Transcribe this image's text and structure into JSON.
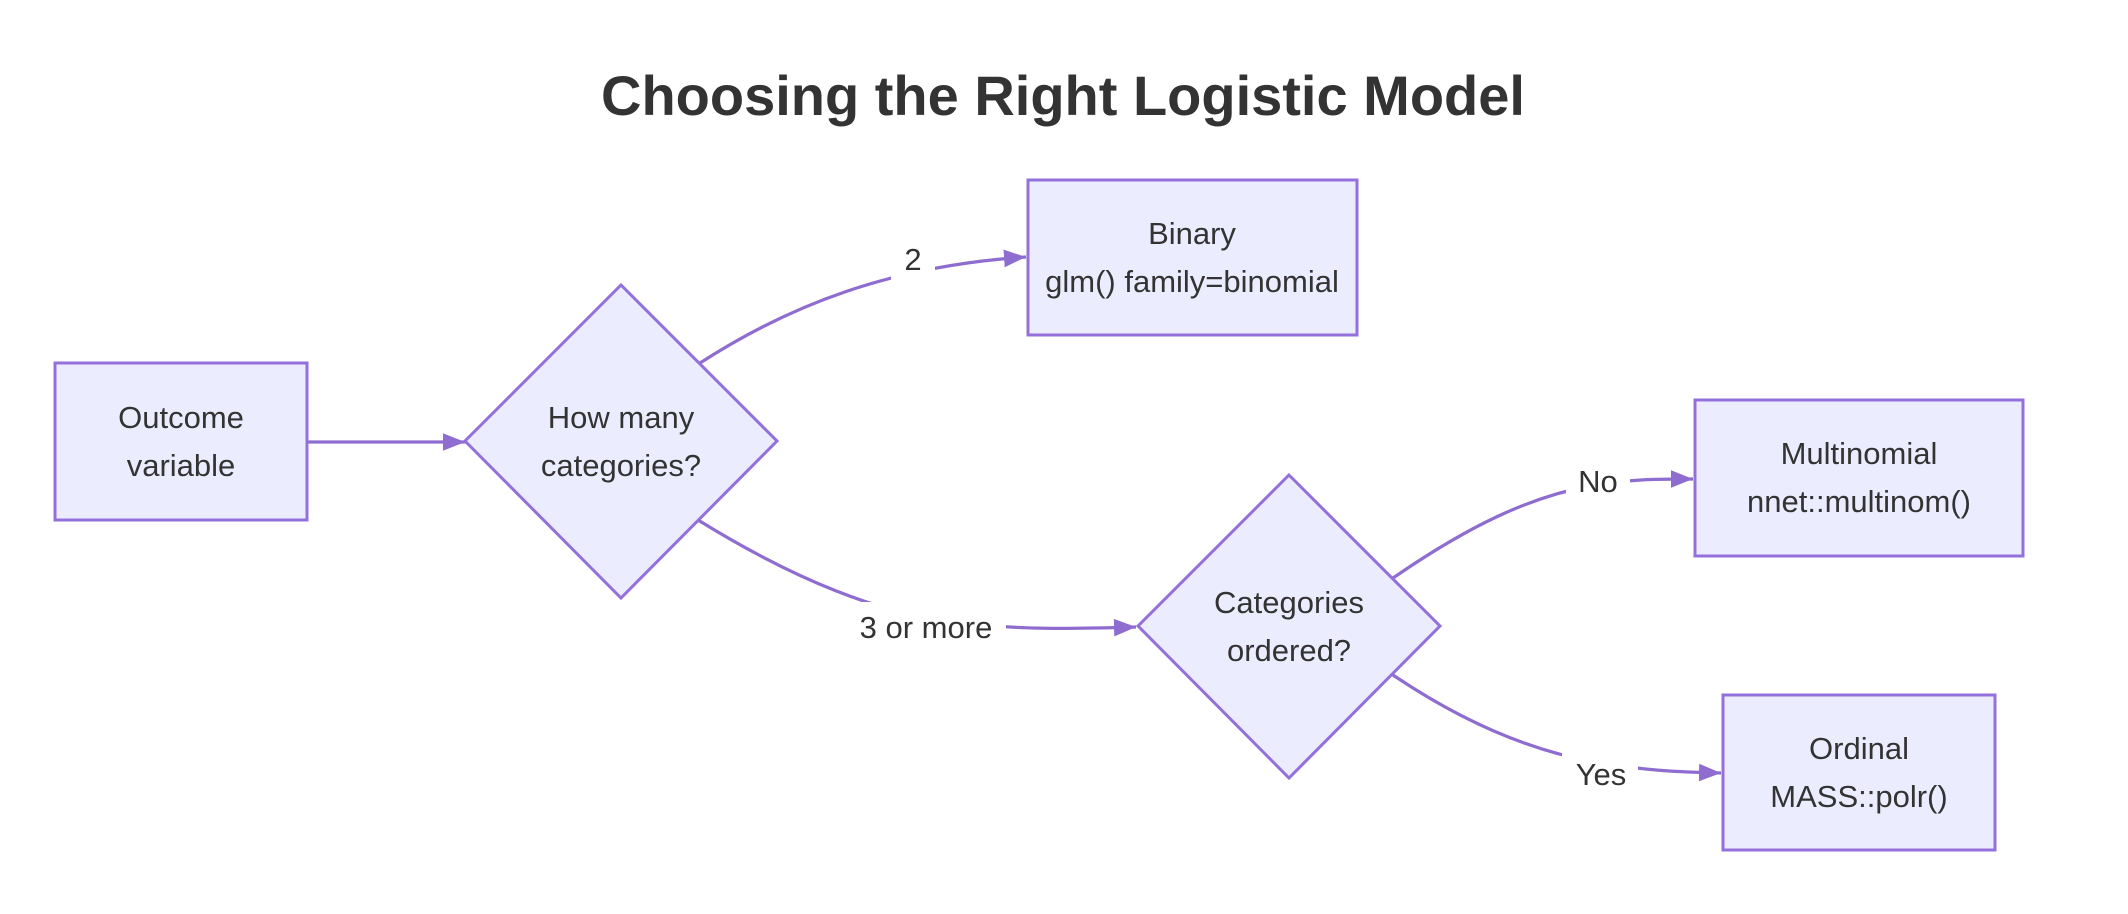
{
  "diagram": {
    "title": "Choosing the Right Logistic Model",
    "type": "flowchart",
    "direction": "left-to-right",
    "colors": {
      "background": "#ffffff",
      "node_fill": "#ECECFF",
      "node_border": "#9370DB",
      "edge_line": "#8E6CD0",
      "text": "#333333"
    },
    "nodes": [
      {
        "id": "outcome",
        "shape": "rect",
        "lines": [
          "Outcome",
          "variable"
        ]
      },
      {
        "id": "how_many",
        "shape": "diamond",
        "lines": [
          "How many",
          "categories?"
        ]
      },
      {
        "id": "binary",
        "shape": "rect",
        "lines": [
          "Binary",
          "glm() family=binomial"
        ]
      },
      {
        "id": "ordered",
        "shape": "diamond",
        "lines": [
          "Categories",
          "ordered?"
        ]
      },
      {
        "id": "multinomial",
        "shape": "rect",
        "lines": [
          "Multinomial",
          "nnet::multinom()"
        ]
      },
      {
        "id": "ordinal",
        "shape": "rect",
        "lines": [
          "Ordinal",
          "MASS::polr()"
        ]
      }
    ],
    "edges": [
      {
        "from": "outcome",
        "to": "how_many",
        "label": ""
      },
      {
        "from": "how_many",
        "to": "binary",
        "label": "2"
      },
      {
        "from": "how_many",
        "to": "ordered",
        "label": "3 or more"
      },
      {
        "from": "ordered",
        "to": "multinomial",
        "label": "No"
      },
      {
        "from": "ordered",
        "to": "ordinal",
        "label": "Yes"
      }
    ]
  }
}
